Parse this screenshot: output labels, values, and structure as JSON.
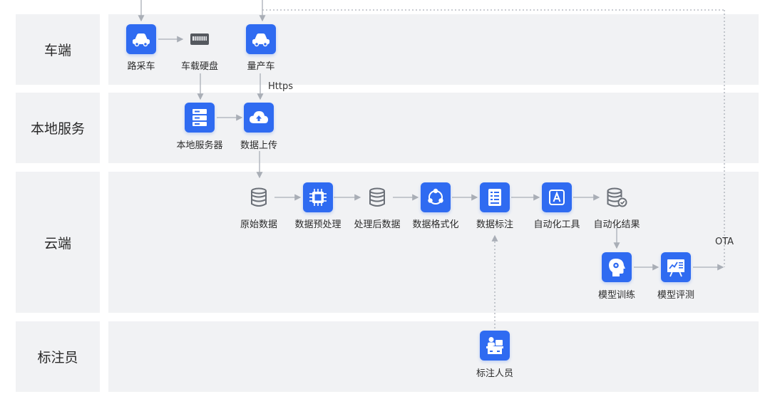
{
  "lanes": {
    "vehicle": "车端",
    "local": "本地服务",
    "cloud": "云端",
    "annotator": "标注员"
  },
  "nodes": {
    "road_collection_vehicle": "路采车",
    "vehicle_hard_disk": "车载硬盘",
    "production_vehicle": "量产车",
    "local_server": "本地服务器",
    "data_upload": "数据上传",
    "raw_data": "原始数据",
    "data_preprocessing": "数据预处理",
    "processed_data": "处理后数据",
    "data_formatting": "数据格式化",
    "data_annotation": "数据标注",
    "automation_tool": "自动化工具",
    "automation_result": "自动化结果",
    "model_training": "模型训练",
    "model_evaluation": "模型评测",
    "annotator_person": "标注人员"
  },
  "edge_labels": {
    "https": "Https",
    "ota": "OTA"
  },
  "colors": {
    "accent": "#2f6bf1",
    "lane_bg": "#f1f2f4",
    "connector": "#a9aeb6"
  }
}
